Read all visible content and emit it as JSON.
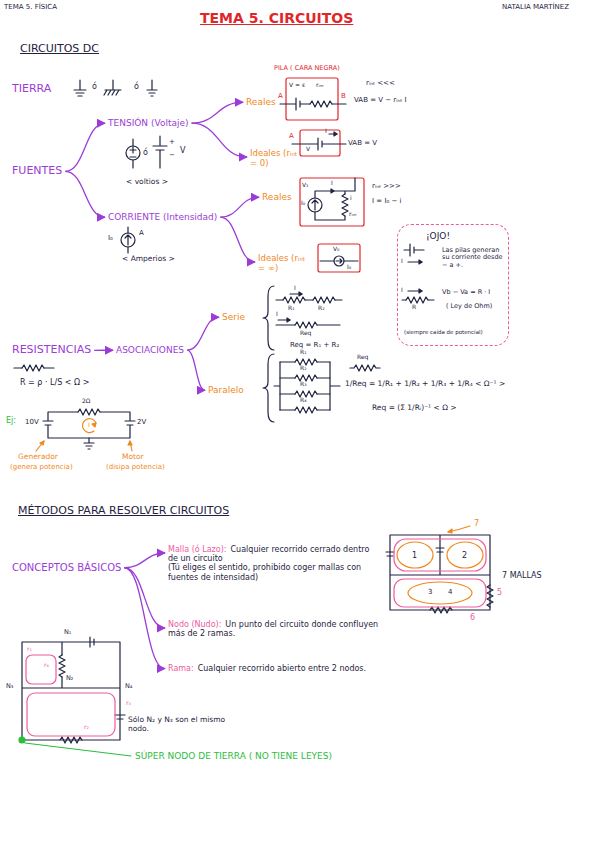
{
  "diagram": {
    "title": "TEMA 5. CIRCUITOS",
    "nodes": [
      {
        "text": [
          "FUENTES"
        ]
      },
      {
        "text": [
          "TENSIÓN (Voltaje)"
        ]
      },
      {
        "text": [
          "Reales"
        ]
      },
      {
        "text": [
          "Ideales (rᵢₙₜ = 0)"
        ]
      },
      {
        "text": [
          "CORRIENTE (Intensidad)"
        ]
      },
      {
        "text": [
          "Reales"
        ]
      },
      {
        "text": [
          "Ideales (rᵢₙₜ = ∞)"
        ]
      },
      {
        "text": [
          "¡OJO!",
          "Las pilas generan su corriente desde − a +.",
          "Vb − Va = R · I",
          "( Ley de Ohm)",
          "(siempre caída de potencial)"
        ]
      },
      {
        "text": [
          "RESISTENCIAS"
        ]
      },
      {
        "text": [
          "ASOCIACIONES"
        ]
      },
      {
        "text": [
          "Serie"
        ]
      },
      {
        "text": [
          "Paralelo"
        ]
      },
      {
        "text": [
          "CONCEPTOS BÁSICOS"
        ]
      },
      {
        "text": [
          "Malla (ó Lazo):",
          "Cualquier recorrido cerrado dentro de un circuito",
          "(Tú eliges el sentido, prohibido coger mallas con fuentes de intensidad)"
        ]
      },
      {
        "text": [
          "Nodo (Nudo):",
          "Un punto del circuito donde confluyen más de 2 ramas."
        ]
      },
      {
        "text": [
          "Rama:",
          "Cualquier recorrido abierto entre 2 nodos."
        ]
      }
    ],
    "edges": [
      {
        "from": 0,
        "to": 1,
        "arrow": "to"
      },
      {
        "from": 0,
        "to": 4,
        "arrow": "to"
      },
      {
        "from": 1,
        "to": 2,
        "arrow": "to"
      },
      {
        "from": 1,
        "to": 3,
        "arrow": "to"
      },
      {
        "from": 4,
        "to": 5,
        "arrow": "to"
      },
      {
        "from": 4,
        "to": 6,
        "arrow": "to"
      },
      {
        "from": 8,
        "to": 9,
        "arrow": "to"
      },
      {
        "from": 9,
        "to": 10,
        "arrow": "to"
      },
      {
        "from": 9,
        "to": 11,
        "arrow": "to"
      },
      {
        "from": 12,
        "to": 13,
        "arrow": "to"
      },
      {
        "from": 12,
        "to": 14,
        "arrow": "to"
      },
      {
        "from": 12,
        "to": 15,
        "arrow": "to"
      }
    ],
    "labels": [
      "TEMA 5. FÍSICA",
      "NATALIA MARTÍNEZ",
      "CIRCUITOS DC",
      "TIERRA",
      "ó",
      "ó",
      "ó",
      "+",
      "−",
      "V",
      "< voltios >",
      "PILA ( CARA NEGRA)",
      "V = ε",
      "rᵢₙₜ",
      "A",
      "B",
      "rᵢₙₜ <<<",
      "VAB = V − rᵢₙₜ I",
      "A",
      "I",
      "V",
      "VAB = V",
      "I₀",
      "A",
      "< Amperios >",
      "V₁",
      "I",
      "i",
      "I₀",
      "rᵢₙₜ",
      "rᵢₙₜ >>>",
      "I = I₀ − i",
      "V₀",
      "I₀",
      "I",
      "I",
      "R",
      "R = ρ · L/S < Ω >",
      "I",
      "R₁",
      "R₂",
      "I",
      "Req",
      "Req = R₁ + R₂",
      "R₁",
      "R₂",
      "R₃",
      "R₄",
      "Req",
      "1/Req = 1/R₁ + 1/R₂ + 1/R₃ + 1/R₄ < Ω⁻¹ >",
      "Req = (Σ 1/Rᵢ)⁻¹ < Ω >",
      "Ej:",
      "10V",
      "2V",
      "2Ω",
      "I",
      "Generador",
      "(genera potencia)",
      "Motor",
      "(disipa potencia)",
      "MÉTODOS PARA RESOLVER CIRCUITOS",
      "7",
      "1",
      "2",
      "3",
      "4",
      "5",
      "6",
      "7 MALLAS",
      "N₁",
      "N₂",
      "N₃",
      "N₄",
      "r₁",
      "r₄",
      "r₂",
      "r₃",
      "Sólo N₂ y N₃ son el mismo nodo.",
      "SÚPER NODO DE TIERRA ( NO TIENE LEYES)"
    ]
  }
}
